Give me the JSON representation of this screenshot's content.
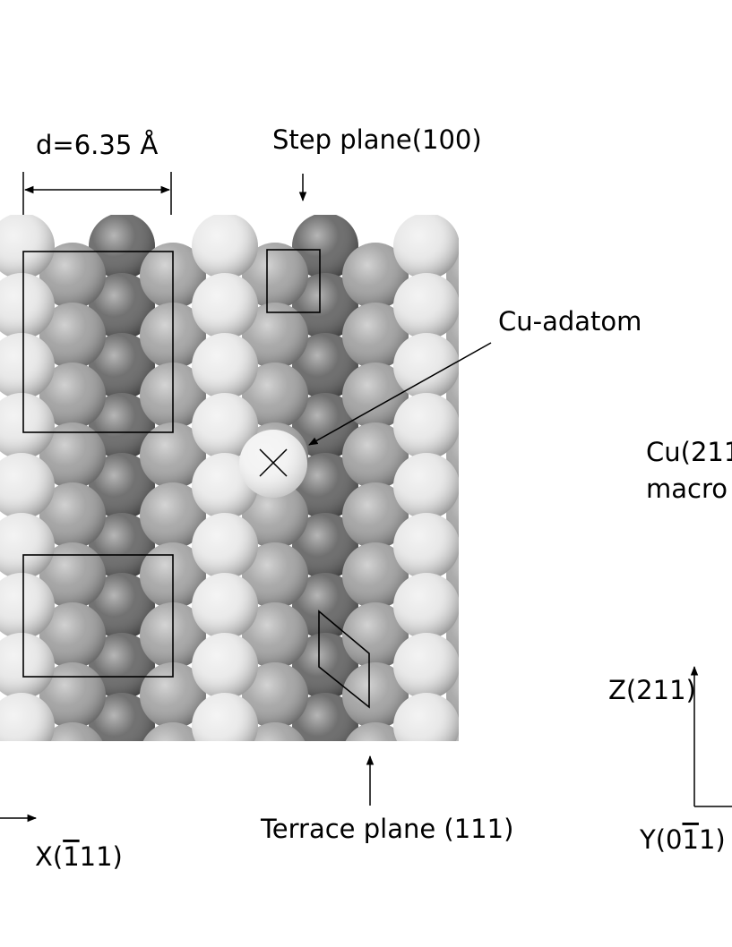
{
  "labels": {
    "spacing": "d=6.35 Å",
    "step_plane": "Step plane(100)",
    "adatom": "Cu-adatom",
    "surface_line1": "Cu(211",
    "surface_line2": "macro",
    "terrace_plane": "Terrace plane (111)"
  },
  "axes": {
    "x": {
      "prefix": "X(",
      "bar": "1",
      "suffix": "11)"
    },
    "y": {
      "prefix": "Y(0",
      "bar": "1",
      "suffix": "1)"
    },
    "z": {
      "text": "Z(211)"
    }
  },
  "colors": {
    "column_shades": [
      "#e6e6e6",
      "#9a9a9a",
      "#5e5e5e",
      "#a0a0a0",
      "#e8e8e8",
      "#9e9e9e",
      "#5c5c5c",
      "#9c9c9c",
      "#e6e6e6",
      "#a0a0a0",
      "#5e5e5e"
    ],
    "adatom": "#f2f2f2",
    "lines": "#000000"
  }
}
